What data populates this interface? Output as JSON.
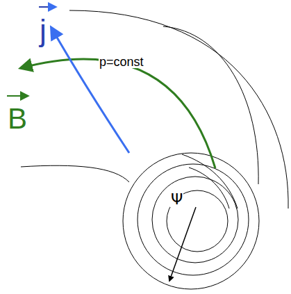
{
  "diagram": {
    "labels": [
      "j",
      "B",
      "p=const",
      "Ψ"
    ]
  }
}
